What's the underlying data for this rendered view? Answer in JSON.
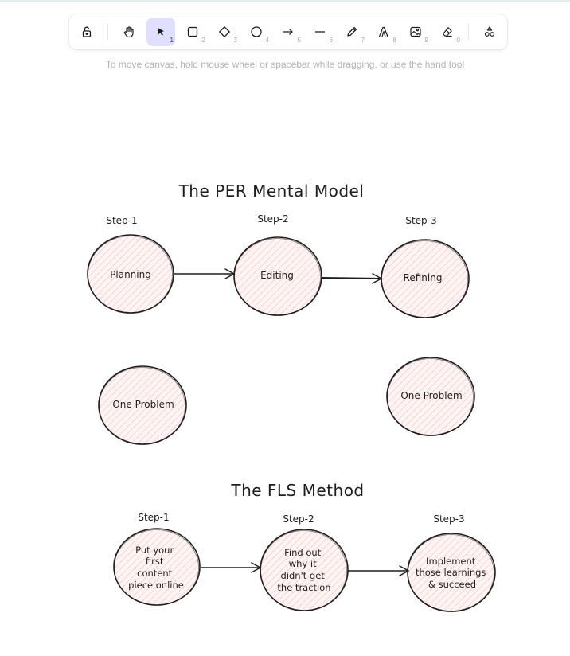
{
  "toolbar": {
    "tools": [
      {
        "name": "lock-icon",
        "key": ""
      },
      {
        "name": "hand-icon",
        "key": ""
      },
      {
        "name": "pointer-icon",
        "key": "1",
        "active": true
      },
      {
        "name": "rectangle-icon",
        "key": "2"
      },
      {
        "name": "diamond-icon",
        "key": "3"
      },
      {
        "name": "ellipse-icon",
        "key": "4"
      },
      {
        "name": "arrow-icon",
        "key": "5"
      },
      {
        "name": "line-icon",
        "key": "6"
      },
      {
        "name": "pencil-icon",
        "key": "7"
      },
      {
        "name": "text-icon",
        "key": "8"
      },
      {
        "name": "image-icon",
        "key": "9"
      },
      {
        "name": "eraser-icon",
        "key": "0"
      },
      {
        "name": "shapes-icon",
        "key": ""
      }
    ],
    "hint": "To move canvas, hold mouse wheel or spacebar while dragging, or use the hand tool"
  },
  "colors": {
    "stroke": "#1e1e1e",
    "hatch": "#ffc9c9",
    "accent": "#e0dfff"
  },
  "diagram1": {
    "title": "The PER Mental Model",
    "steps": [
      {
        "label": "Step-1",
        "node": [
          "Planning"
        ]
      },
      {
        "label": "Step-2",
        "node": [
          "Editing"
        ]
      },
      {
        "label": "Step-3",
        "node": [
          "Refining"
        ]
      }
    ],
    "problems": [
      [
        "One Problem"
      ],
      [
        "One Problem"
      ]
    ]
  },
  "diagram2": {
    "title": "The FLS Method",
    "steps": [
      {
        "label": "Step-1",
        "node": [
          "Put your",
          "first",
          "content",
          "piece online"
        ]
      },
      {
        "label": "Step-2",
        "node": [
          "Find out",
          "why it",
          "didn't get",
          "the traction"
        ]
      },
      {
        "label": "Step-3",
        "node": [
          "Implement",
          "those learnings",
          "& succeed"
        ]
      }
    ]
  }
}
